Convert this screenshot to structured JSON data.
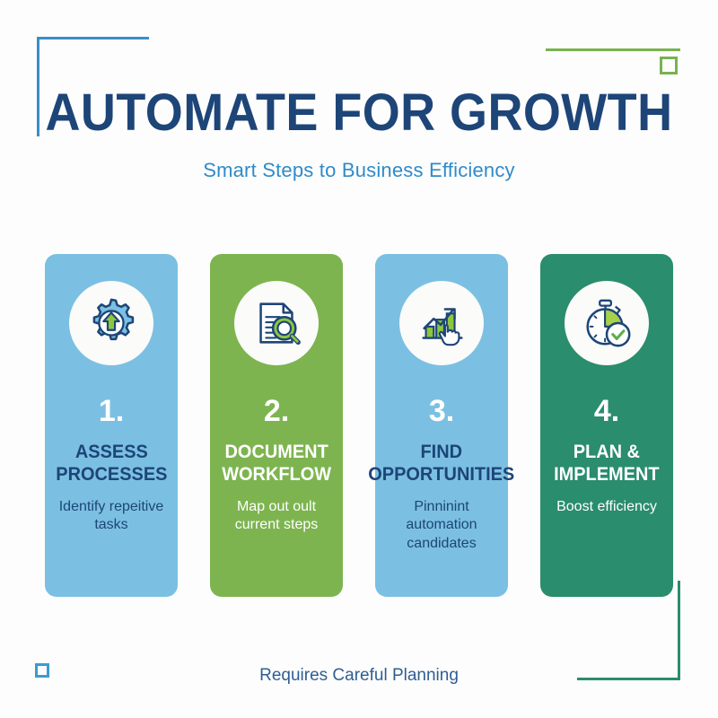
{
  "header": {
    "title": "AUTOMATE FOR GROWTH",
    "subtitle": "Smart Steps to Business Efficiency"
  },
  "colors": {
    "navy": "#1D4578",
    "title_blue": "#1D4578",
    "subtitle_blue": "#2E8BC9",
    "card_blue": "#7BC0E2",
    "card_green": "#7DB44F",
    "card_teal": "#2A8D6D",
    "accent_green": "#8DC63F",
    "corner_blue": "#3C8DC5",
    "corner_green": "#79B24F",
    "corner_teal": "#2A8D6D",
    "footer_blue": "#2F5E93"
  },
  "cards": [
    {
      "number": "1.",
      "heading": "ASSESS\nPROCESSES",
      "heading_line1": "ASSESS",
      "heading_line2": "PROCESSES",
      "description": "Identify repeitive tasks",
      "icon": "gear-up-arrow-icon",
      "theme": "blue"
    },
    {
      "number": "2.",
      "heading": "DOCUMENT\nWORKFLOW",
      "heading_line1": "DOCUMENT",
      "heading_line2": "WORKFLOW",
      "description": "Map out oult current steps",
      "icon": "document-magnifier-icon",
      "theme": "green"
    },
    {
      "number": "3.",
      "heading": "FIND\nOPPORTUNITIES",
      "heading_line1": "FIND",
      "heading_line2": "OPPORTUNITIES",
      "description": "Pinninint automation candidates",
      "icon": "bar-chart-hand-icon",
      "theme": "blue"
    },
    {
      "number": "4.",
      "heading": "PLAN &\nIMPLEMENT",
      "heading_line1": "PLAN &",
      "heading_line2": "IMPLEMENT",
      "description": "Boost efficiency",
      "icon": "stopwatch-check-icon",
      "theme": "teal"
    }
  ],
  "footer": {
    "note": "Requires Careful Planning"
  },
  "decorations": {
    "top_left_bracket": "corner-bracket-blue",
    "top_right_line": "horizontal-rule-green",
    "top_right_square": "small-square-green",
    "bottom_left_square": "small-square-blue",
    "bottom_right_bracket": "corner-bracket-teal"
  }
}
